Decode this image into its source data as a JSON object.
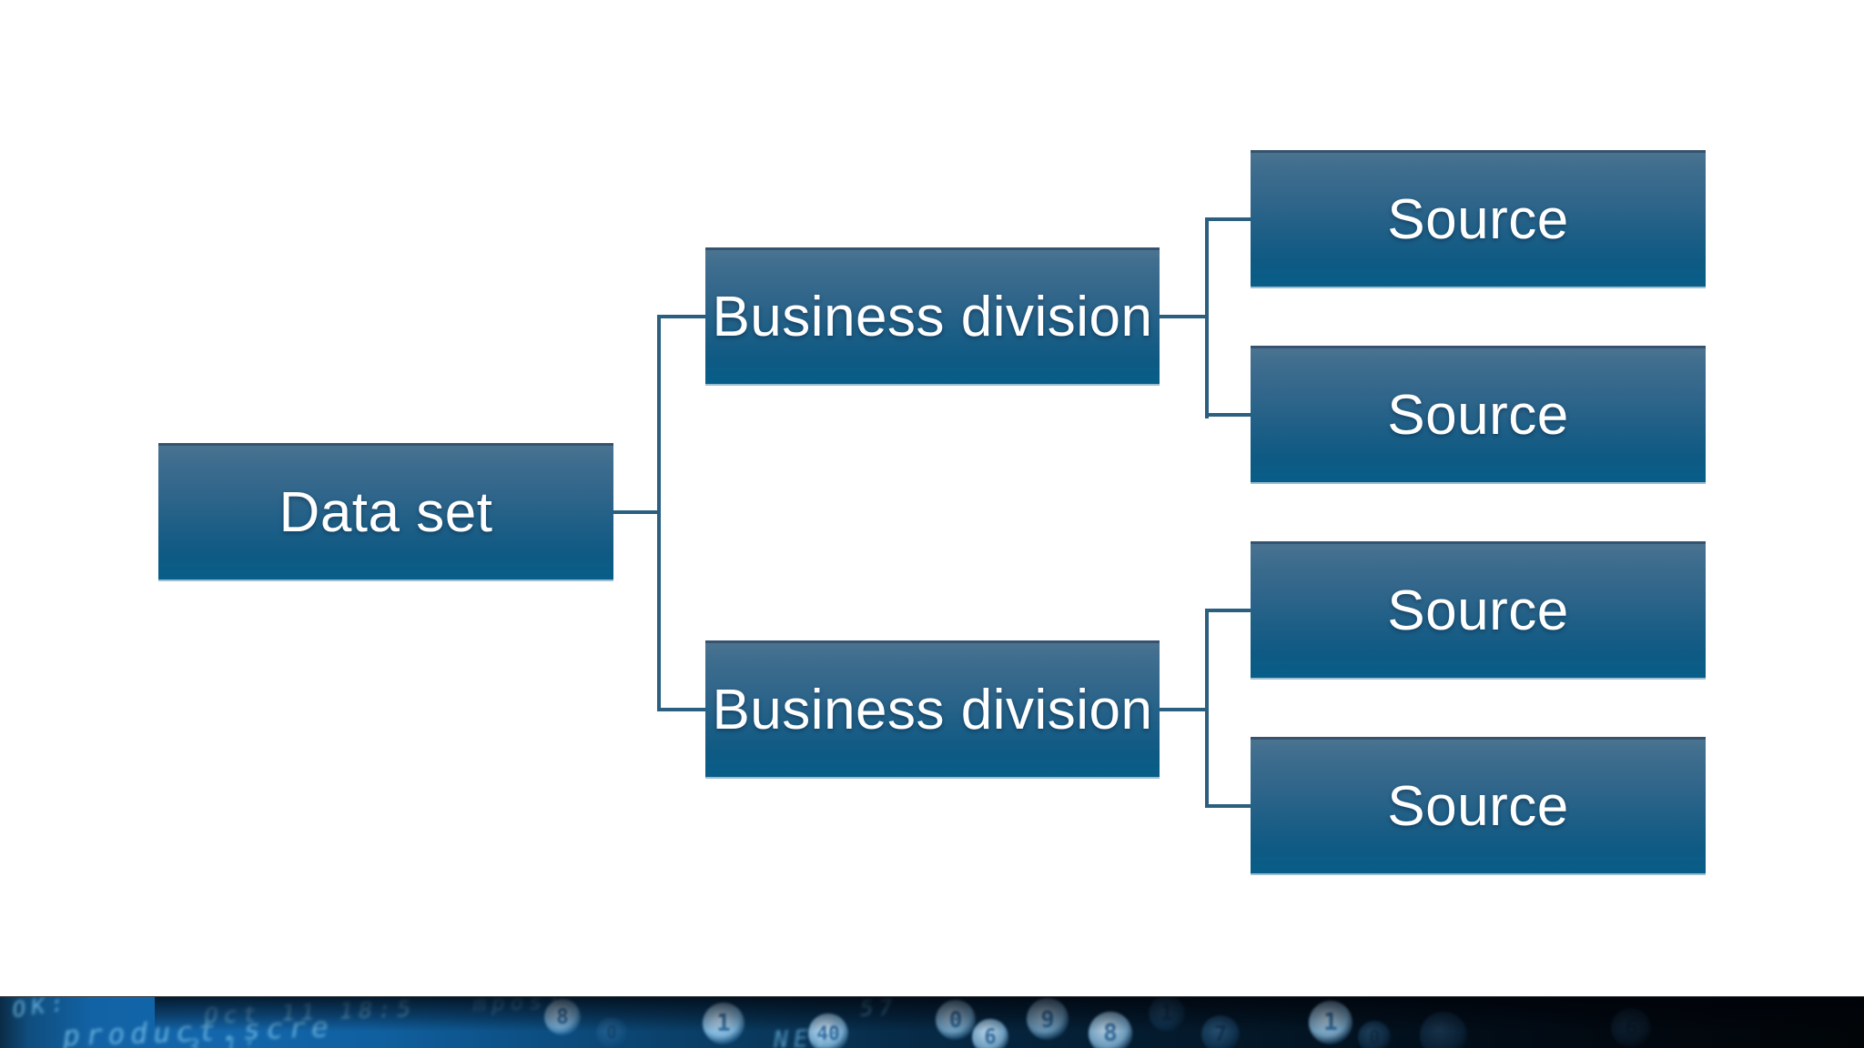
{
  "slide": {
    "background_color": "#ffffff"
  },
  "diagram": {
    "type": "hierarchy",
    "root": {
      "label": "Data set"
    },
    "branches": [
      {
        "label": "Business division",
        "children": [
          {
            "label": "Source"
          },
          {
            "label": "Source"
          }
        ]
      },
      {
        "label": "Business division",
        "children": [
          {
            "label": "Source"
          },
          {
            "label": "Source"
          }
        ]
      }
    ],
    "colors": {
      "node_fill_top": "#4a7390",
      "node_fill_bottom": "#075e88",
      "node_top_edge": "#35536f",
      "node_bottom_edge": "#9dbdd1",
      "node_text": "#ffffff",
      "connector": "#2a5f80"
    }
  },
  "footer": {
    "description": "blurred photo strip of glowing computer code and number bokeh",
    "code_fragments": [
      "OK:",
      "Oct 11 18:5",
      "mposi",
      "product.scre",
      "3.1:",
      "NE!",
      "57"
    ],
    "bokeh_digits": [
      "8",
      "0",
      "1",
      "40",
      "0",
      "6",
      "9",
      "8",
      "1",
      "7",
      "1",
      "0",
      "",
      "6"
    ]
  }
}
